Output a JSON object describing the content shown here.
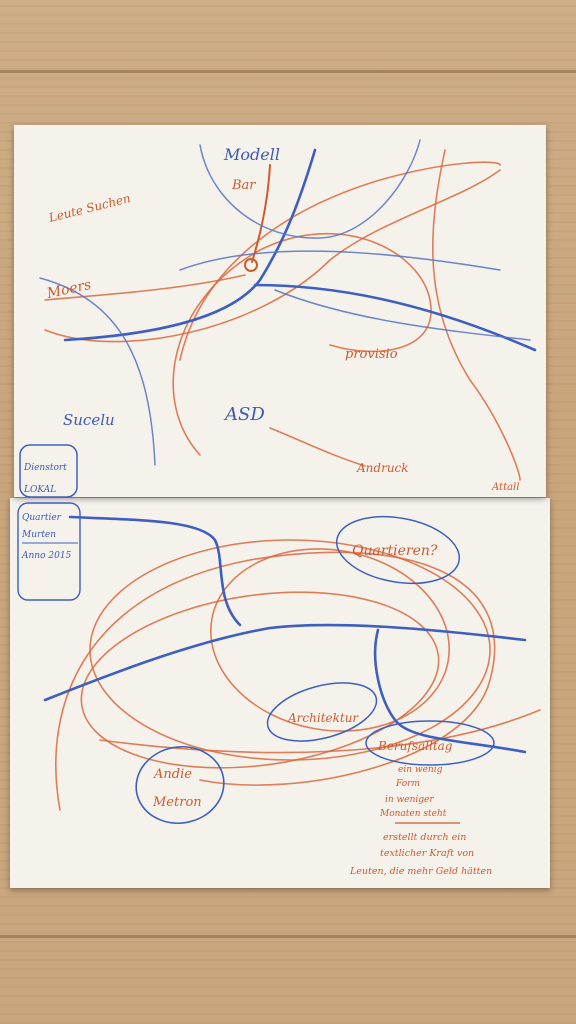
{
  "image": {
    "description": "Photo of two hand-drawn colored-pencil sketch maps on paper sheets lying on a wooden table"
  },
  "top_sheet": {
    "labels": {
      "modell": "Modell",
      "bar": "Bar",
      "leute_suchen": "Leute Suchen",
      "moers": "Moers",
      "provisio": "provisio",
      "sucelu": "Sucelu",
      "asd": "ASD",
      "andruck": "Andruck",
      "attall": "Attall"
    }
  },
  "stamp": {
    "line1": "Dienstort",
    "line2": "LOKAL"
  },
  "bottom_sheet": {
    "labels": {
      "quartier_1": "Quartier",
      "quartier_2": "Murten",
      "quartier_3": "Anno 2015",
      "quartieren": "Quartieren?",
      "architektur": "Architektur",
      "berufsalltag": "Berufsalltag",
      "note_1": "ein wenig",
      "note_2": "Form",
      "note_3": "in weniger",
      "note_4": "Monaten steht",
      "andie": "Andie",
      "metron": "Metron",
      "footer_1": "erstellt durch ein",
      "footer_2": "textlicher Kraft von",
      "footer_3": "Leuten, die mehr Geld hätten"
    }
  }
}
